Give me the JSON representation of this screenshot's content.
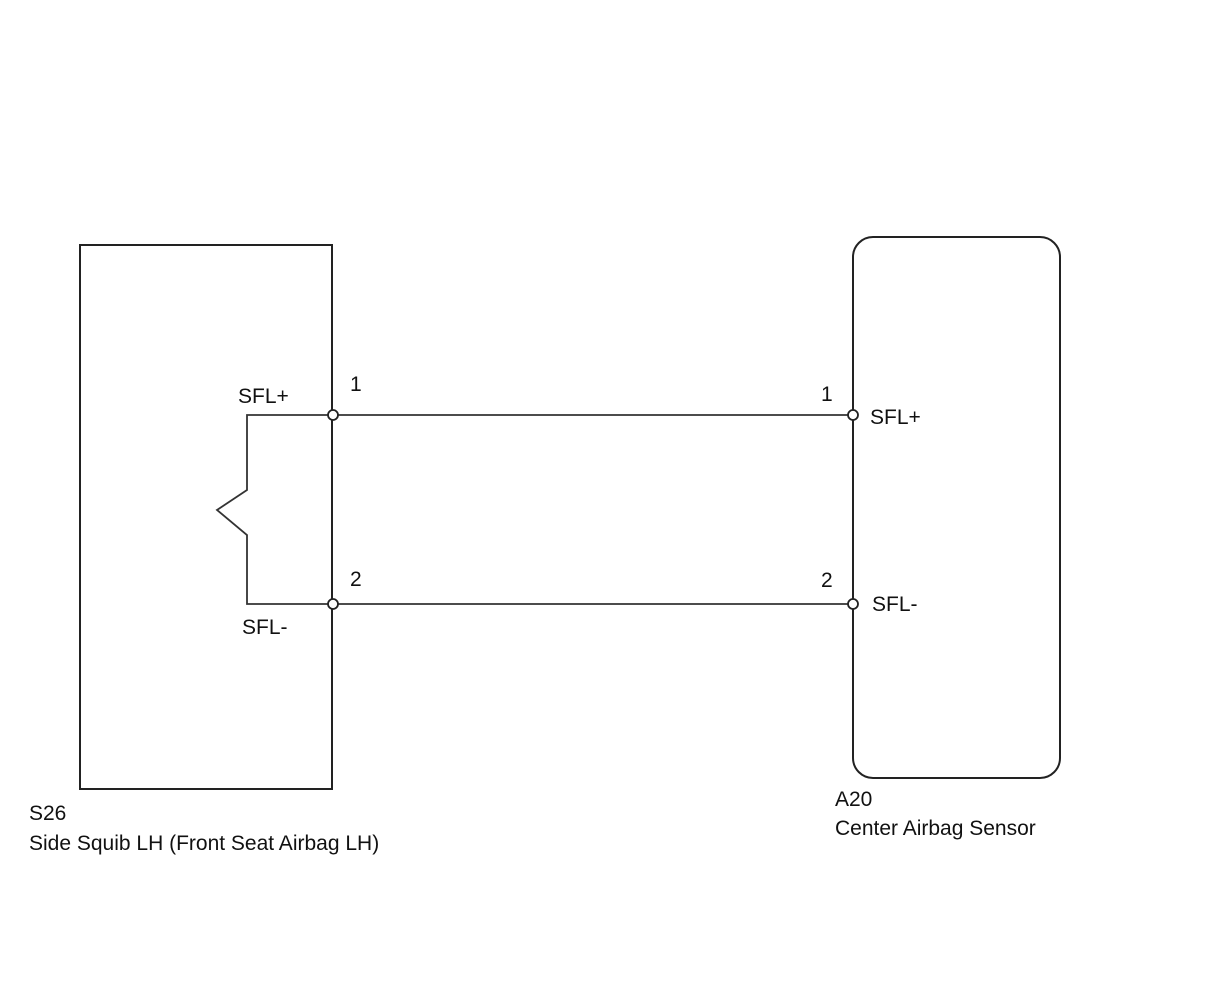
{
  "components": {
    "left": {
      "code": "S26",
      "name": "Side Squib LH (Front Seat Airbag LH)",
      "pins": [
        {
          "number": "1",
          "signal": "SFL+"
        },
        {
          "number": "2",
          "signal": "SFL-"
        }
      ]
    },
    "right": {
      "code": "A20",
      "name": "Center Airbag Sensor",
      "pins": [
        {
          "number": "1",
          "signal": "SFL+"
        },
        {
          "number": "2",
          "signal": "SFL-"
        }
      ]
    }
  },
  "colors": {
    "line": "#222222",
    "background": "#ffffff"
  }
}
